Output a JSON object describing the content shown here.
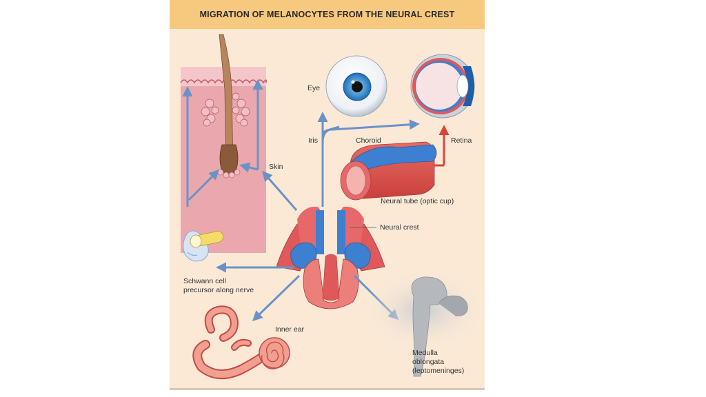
{
  "title": "MIGRATION OF MELANOCYTES FROM THE NEURAL CREST",
  "labels": {
    "eye": "Eye",
    "iris": "Iris",
    "choroid": "Choroid",
    "retina": "Retina",
    "skin": "Skin",
    "neural_tube": "Neural tube (optic cup)",
    "neural_crest": "Neural crest",
    "schwann_line1": "Schwann cell",
    "schwann_line2": "precursor along nerve",
    "inner_ear": "Inner ear",
    "medulla_line1": "Medulla",
    "medulla_line2": "oblongata",
    "medulla_line3": "(leptomeninges)"
  },
  "colors": {
    "title_bar": "#f7c97f",
    "panel_background": "#fbe9d6",
    "arrow_blue": "#6a92c9",
    "arrow_red": "#d9443a",
    "tissue_red": "#e0595a",
    "tissue_blue": "#3d7fd0",
    "skin_pink": "#eaa7ae"
  }
}
